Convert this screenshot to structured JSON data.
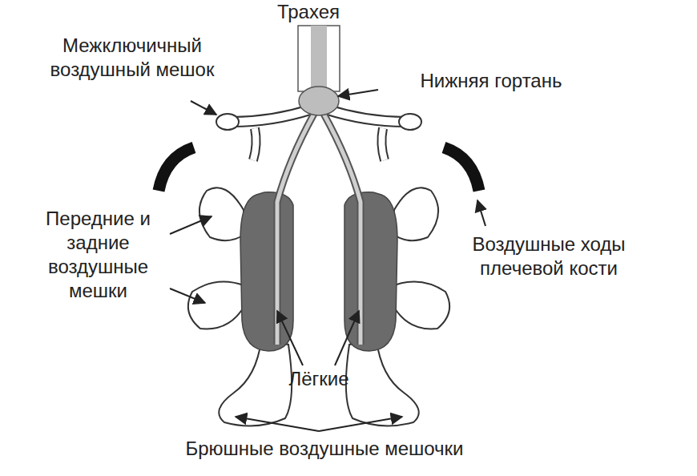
{
  "diagram": {
    "labels": [
      "Трахея",
      "Межключичный воздушный мешок",
      "Нижняя гортань",
      "Передние и задние воздушные мешки",
      "Воздушные ходы плечевой кости",
      "Лёгкие",
      "Брюшные воздушные мешочки"
    ]
  }
}
